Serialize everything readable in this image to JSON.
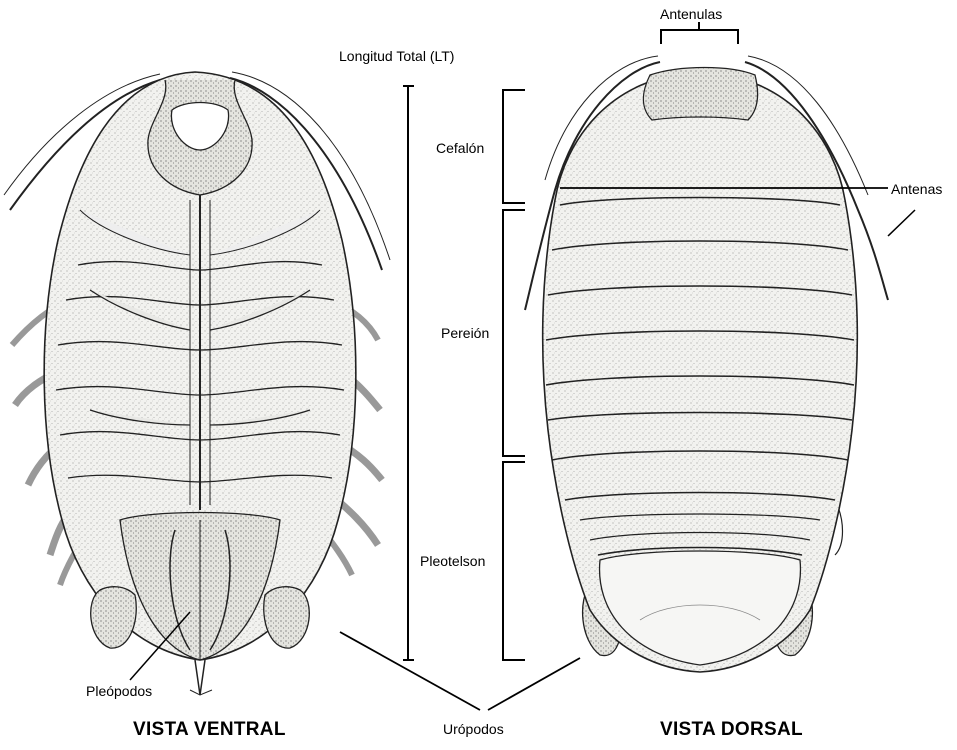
{
  "labels": {
    "total_length": "Longitud Total (LT)",
    "antennules": "Antenulas",
    "antennae": "Antenas",
    "cephalon": "Cefalón",
    "pereion": "Pereión",
    "pleotelson": "Pleotelson",
    "pleopods": "Pleópodos",
    "uropods": "Urópodos"
  },
  "views": {
    "ventral": "VISTA VENTRAL",
    "dorsal": "VISTA DORSAL"
  },
  "colors": {
    "ink": "#000000",
    "shading": "#6a6a6a",
    "body_fill": "#f4f4f2",
    "dark_fill": "#e2e2de"
  }
}
